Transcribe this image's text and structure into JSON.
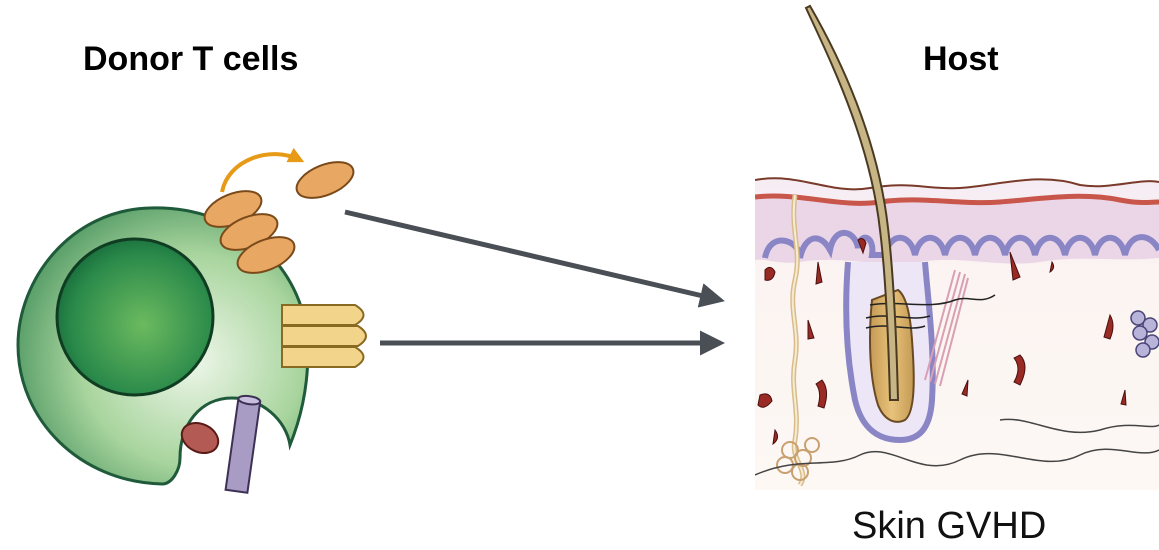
{
  "titles": {
    "donor": "Donor T cells",
    "host": "Host"
  },
  "caption": "Skin GVHD",
  "colors": {
    "cell_outer": "#2f7c58",
    "cell_nucleus": "#1f7a4a",
    "receptor_orange": "#e8a863",
    "receptor_yellow": "#f2d48a",
    "arrow": "#4a4f55",
    "curved_arrow": "#e69a16",
    "skin_pink": "#e9d3e5",
    "epidermis_line": "#c8564a",
    "basement_purple": "#7f7dbd",
    "vessel_red": "#9a2a24"
  },
  "icons": [
    "donor-t-cell-icon",
    "skin-tissue-icon",
    "hair-follicle-icon"
  ]
}
